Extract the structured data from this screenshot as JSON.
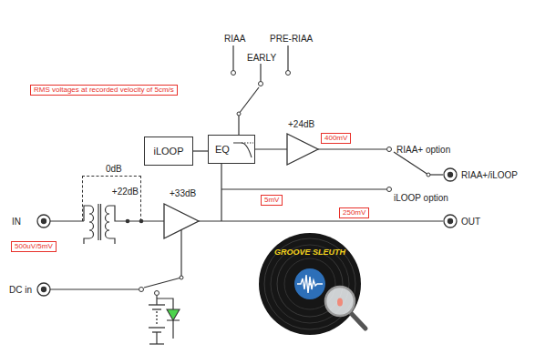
{
  "diagram": {
    "nodes": [
      {
        "text": [
          "RMS voltages at recorded velocity of 5cm/s"
        ]
      },
      {
        "text": [
          "500uV/5mV"
        ]
      },
      {
        "text": [
          "0dB",
          "+22dB"
        ]
      },
      {
        "text": [
          "iLOOP"
        ]
      },
      {
        "text": [
          "EQ"
        ]
      },
      {
        "text": [
          "400mV"
        ]
      },
      {
        "text": [
          "5mV"
        ]
      },
      {
        "text": [
          "250mV"
        ]
      }
    ],
    "edges": [
      {
        "from": 3,
        "to": 4,
        "arrow": "none"
      }
    ],
    "labels": [
      "RIAA",
      "EARLY",
      "PRE-RIAA",
      "+24dB",
      "RIAA+ option",
      "iLOOP option",
      "RIAA+/iLOOP",
      "OUT",
      "IN",
      "DC in",
      "+33dB",
      "GROOVE SLEUTH"
    ]
  }
}
